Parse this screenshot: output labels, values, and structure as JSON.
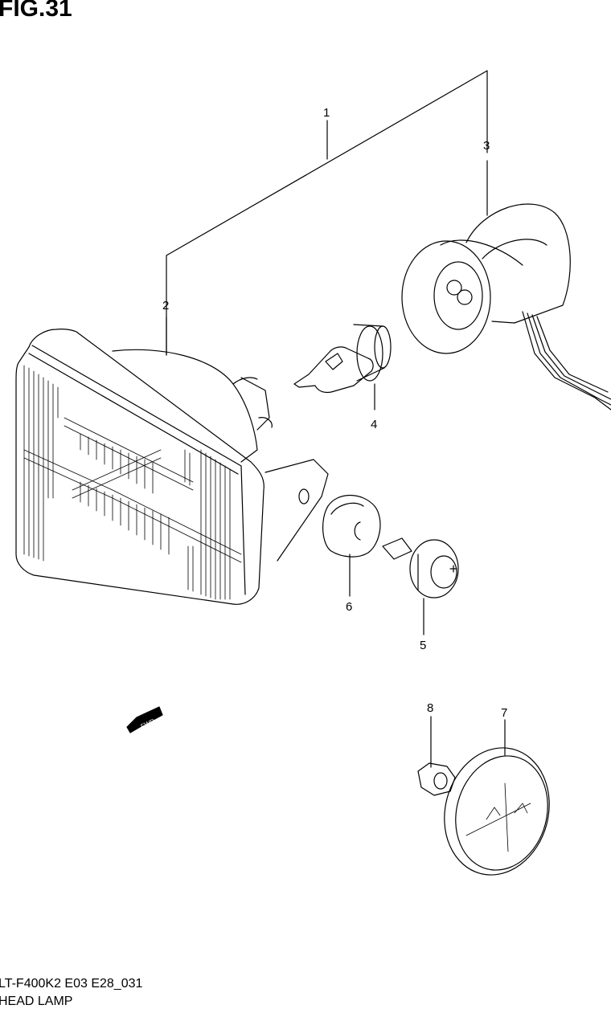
{
  "figure": {
    "title": "FIG.31",
    "footer_code": "LT-F400K2 E03 E28_031",
    "footer_name": "HEAD LAMP"
  },
  "callouts": [
    {
      "id": "1",
      "label": "1"
    },
    {
      "id": "2",
      "label": "2"
    },
    {
      "id": "3",
      "label": "3"
    },
    {
      "id": "4",
      "label": "4"
    },
    {
      "id": "5",
      "label": "5"
    },
    {
      "id": "6",
      "label": "6"
    },
    {
      "id": "7",
      "label": "7"
    },
    {
      "id": "8",
      "label": "8"
    }
  ],
  "fwd_arrow": {
    "label": "FWD"
  },
  "colors": {
    "ink": "#000000",
    "paper": "#ffffff"
  }
}
